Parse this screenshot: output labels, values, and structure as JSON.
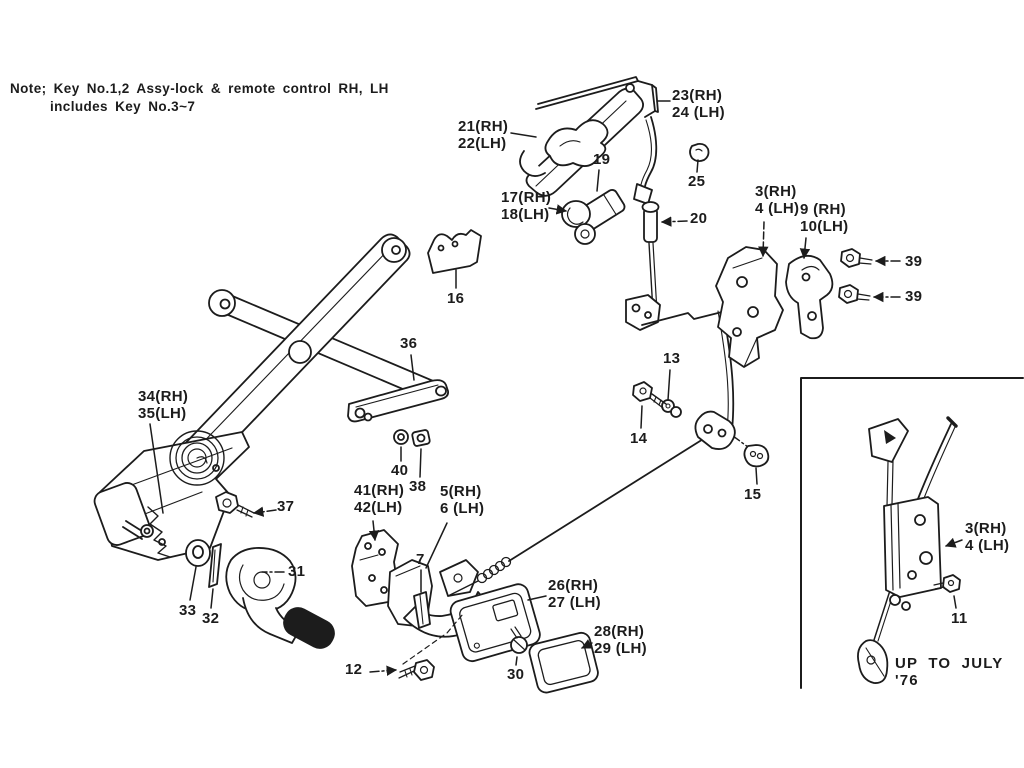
{
  "note": {
    "line1": "Note; Key No.1,2 Assy-lock & remote control RH, LH",
    "line2": "includes Key No.3~7"
  },
  "labels": {
    "l21_22": "21(RH)\n22(LH)",
    "l23_24": "23(RH)\n24 (LH)",
    "l19": "19",
    "l25": "25",
    "l17_18": "17(RH)\n18(LH)",
    "l20": "20",
    "l3_4": "3(RH)\n4 (LH)",
    "l9_10": "9 (RH)\n10(LH)",
    "l39a": "39",
    "l39b": "39",
    "l16": "16",
    "l36": "36",
    "l13": "13",
    "l14": "14",
    "l15": "15",
    "l34_35": "34(RH)\n35(LH)",
    "l40": "40",
    "l38": "38",
    "l41_42": "41(RH)\n42(LH)",
    "l5_6": "5(RH)\n6 (LH)",
    "l37": "37",
    "l31": "31",
    "l33": "33",
    "l32": "32",
    "l7": "7",
    "l12": "12",
    "l30": "30",
    "l26_27": "26(RH)\n27 (LH)",
    "l28_29": "28(RH)\n29 (LH)",
    "inset_3_4": "3(RH)\n4 (LH)",
    "l11": "11",
    "inset_caption": "UP TO JULY '76"
  },
  "colors": {
    "ink": "#1c1c1c",
    "paper": "#ffffff"
  }
}
